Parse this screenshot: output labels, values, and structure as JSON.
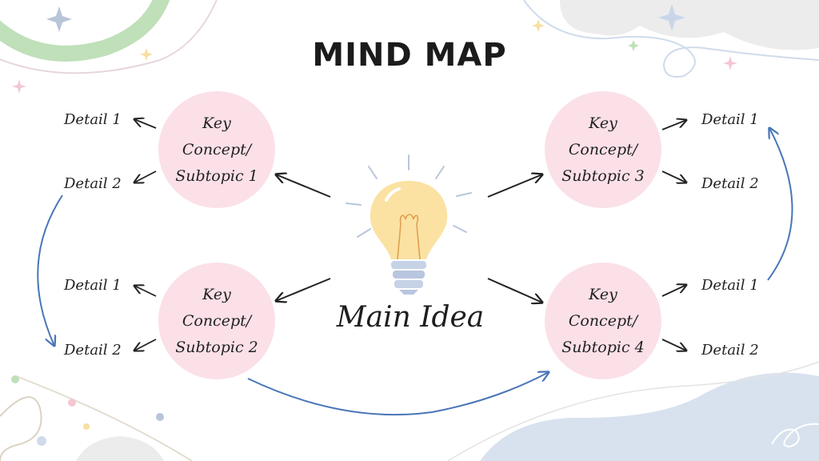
{
  "title": "MIND MAP",
  "center": {
    "label": "Main Idea",
    "icon": "lightbulb-icon"
  },
  "subtopics": [
    {
      "label": "Key\nConcept/\nSubtopic 1",
      "details": [
        "Detail 1",
        "Detail 2"
      ]
    },
    {
      "label": "Key\nConcept/\nSubtopic 2",
      "details": [
        "Detail 1",
        "Detail 2"
      ]
    },
    {
      "label": "Key\nConcept/\nSubtopic 3",
      "details": [
        "Detail 1",
        "Detail 2"
      ]
    },
    {
      "label": "Key\nConcept/\nSubtopic 4",
      "details": [
        "Detail 1",
        "Detail 2"
      ]
    }
  ],
  "colors": {
    "node_fill": "#fbe0e8",
    "flow_arrow": "#4a76b8",
    "bulb": "#fbe2a3",
    "bulb_base": "#b9c6df",
    "accent_green": "#bfe0b9",
    "accent_blue": "#cfdbeb",
    "accent_gray": "#ececec"
  }
}
